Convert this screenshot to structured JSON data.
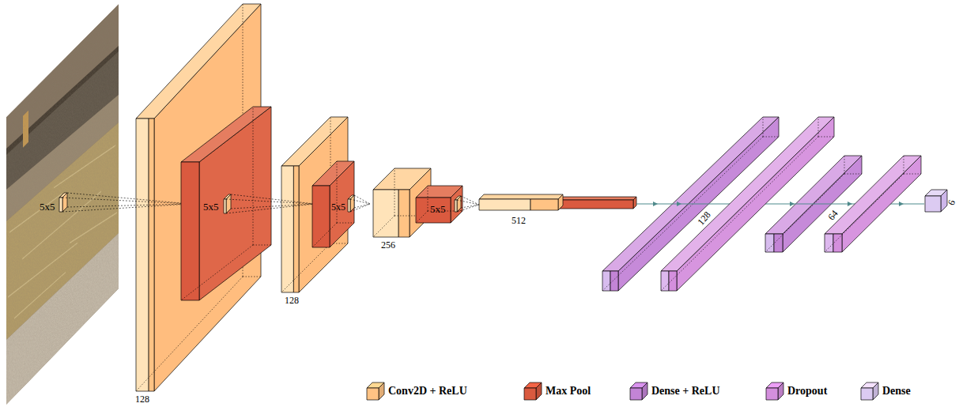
{
  "diagram": {
    "nodes": [
      {
        "text": [
          "128"
        ]
      },
      {
        "text": [
          "5x5"
        ],
        "in": 0
      },
      {
        "text": [
          "128"
        ]
      },
      {
        "text": [
          "5x5"
        ],
        "in": 2
      },
      {
        "text": [
          "256"
        ]
      },
      {
        "text": [
          "5x5"
        ]
      },
      {
        "text": [
          "512"
        ]
      },
      {
        "text": [
          "128"
        ]
      },
      {
        "text": [
          "64"
        ]
      },
      {
        "text": [
          "6"
        ]
      }
    ],
    "labels": [
      "5x5"
    ],
    "legend": [
      {
        "text": "Conv2D + ReLU",
        "color": "#ffc384"
      },
      {
        "text": "Max Pool",
        "color": "#da5a3f"
      },
      {
        "text": "Dense + ReLU",
        "color": "#c384d6"
      },
      {
        "text": "Dropout",
        "color": "#d48fdd"
      },
      {
        "text": "Dense",
        "color": "#dccbf2"
      }
    ]
  }
}
